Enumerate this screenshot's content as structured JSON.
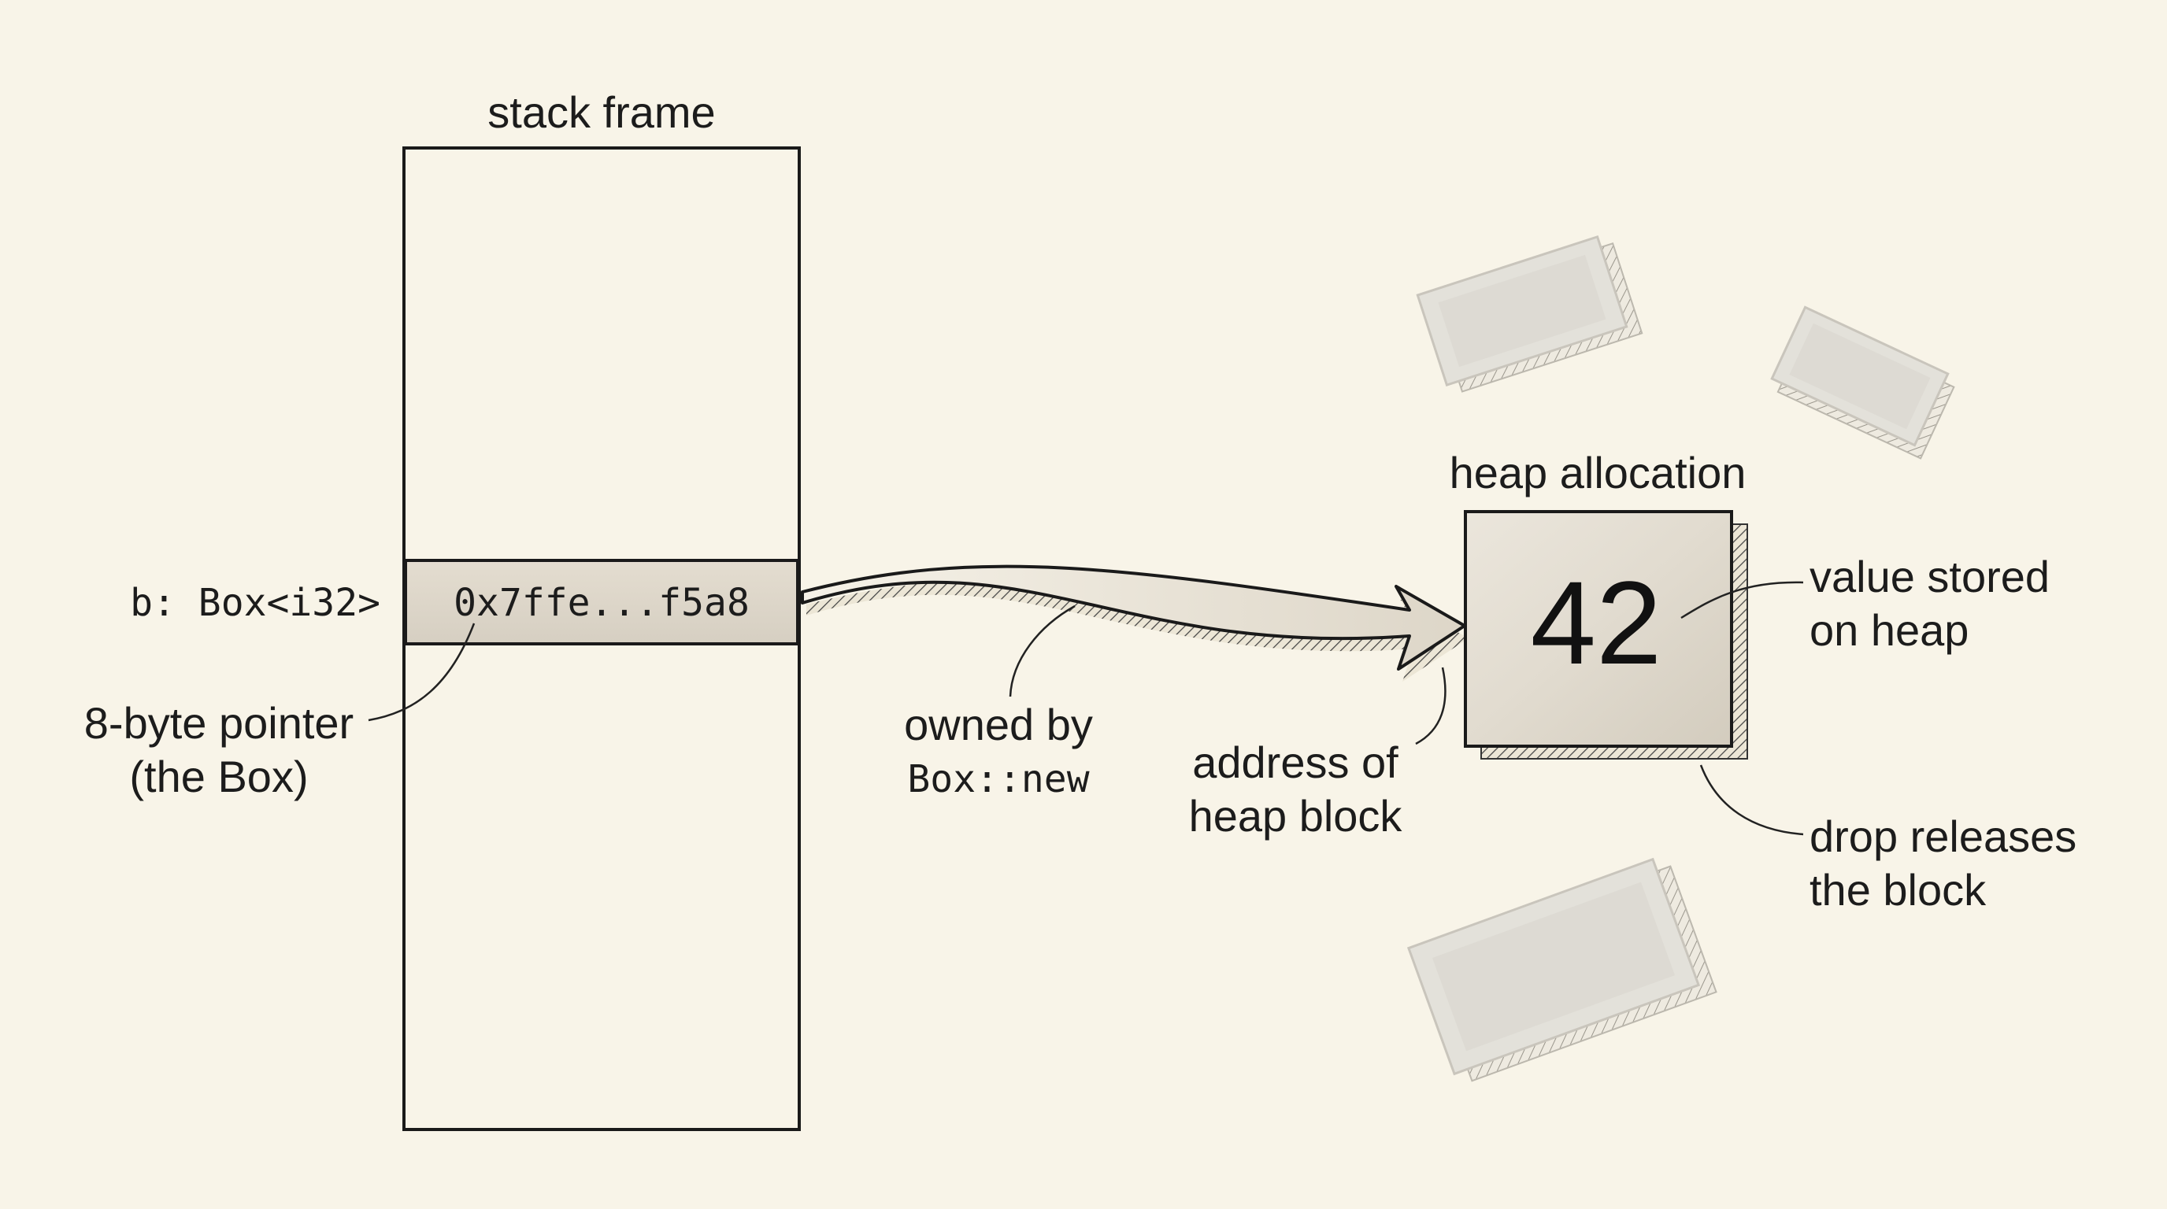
{
  "stack": {
    "title": "stack frame",
    "var_label": "b: Box<i32>",
    "slot_value": "0x7ffe...f5a8",
    "pointer_note_line1": "8-byte pointer",
    "pointer_note_line2": "(the Box)"
  },
  "arrow": {
    "owned_line1": "owned by",
    "owned_line2": "Box::new",
    "address_line1": "address of",
    "address_line2": "heap block"
  },
  "heap": {
    "title": "heap allocation",
    "value": "42",
    "value_note_line1": "value stored",
    "value_note_line2": "on heap",
    "drop_note_line1": "drop releases",
    "drop_note_line2": "the block"
  }
}
